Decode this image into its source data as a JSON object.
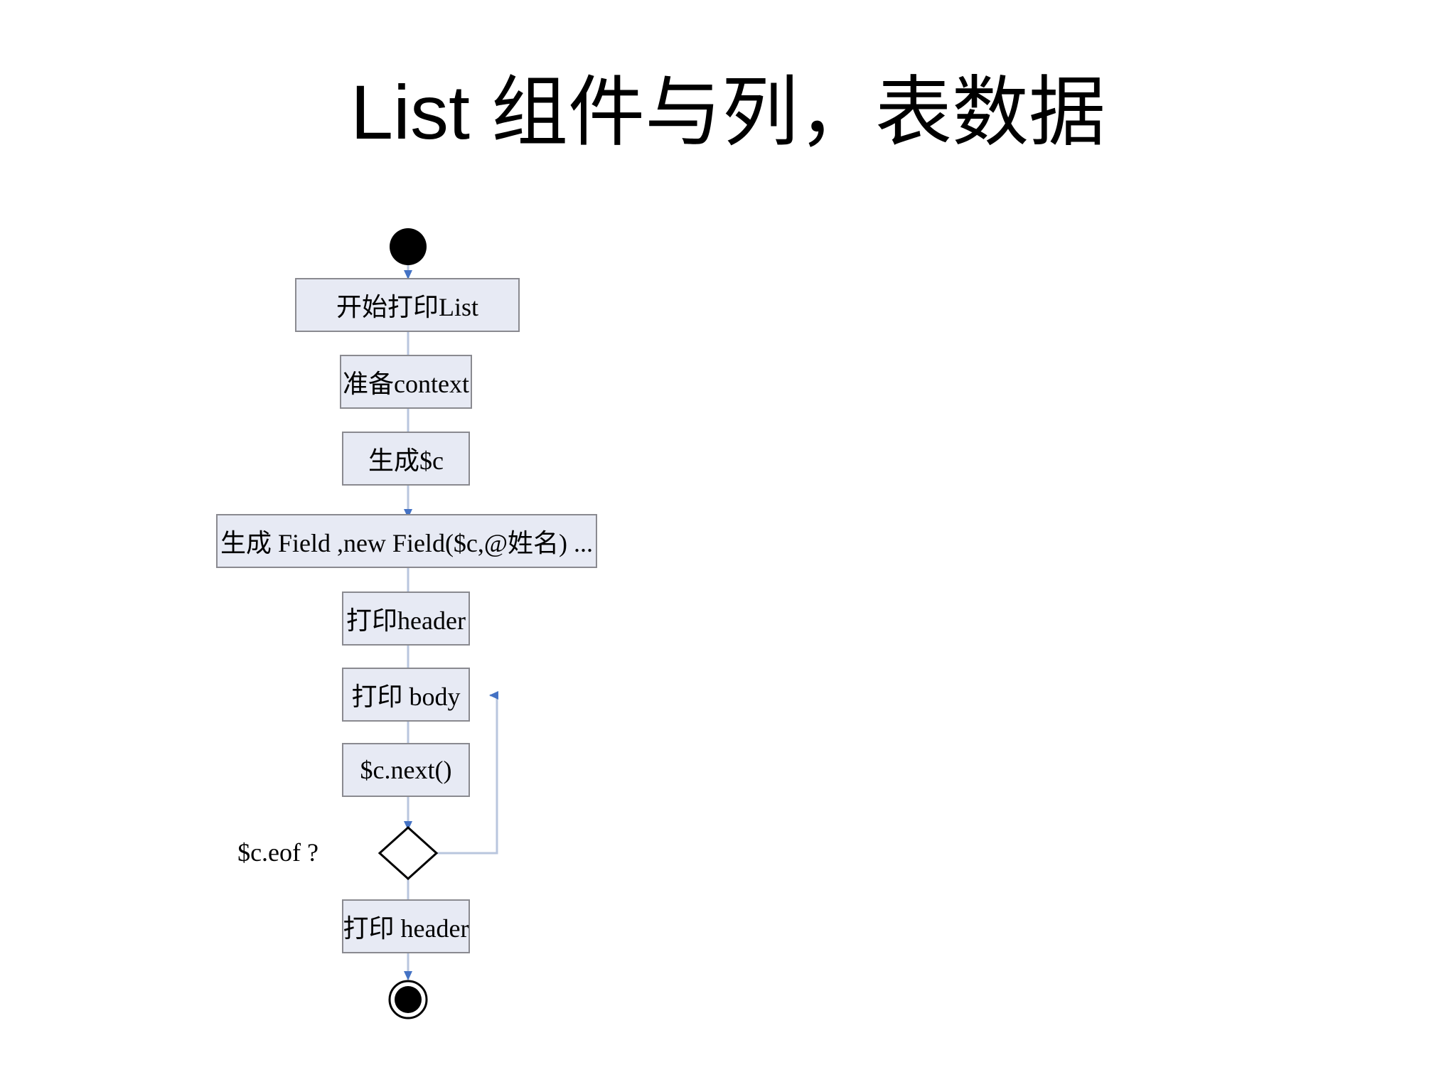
{
  "slide": {
    "title": "List 组件与列，表数据",
    "background_color": "#FFFFFF"
  },
  "theme": {
    "box_fill": "#E7EAF4",
    "box_stroke": "#8A8A90",
    "connector_line": "#B9C6DE",
    "arrow_head": "#4472C4",
    "decision_stroke": "#000000",
    "decision_fill": "#FFFFFF",
    "terminal_fill": "#000000",
    "text_color": "#000000"
  },
  "diagram": {
    "type": "flowchart",
    "title": "List 组件与列，表数据",
    "nodes": [
      {
        "id": "start",
        "kind": "start-node",
        "label": ""
      },
      {
        "id": "n1",
        "kind": "process-box",
        "label": "开始打印List"
      },
      {
        "id": "n2",
        "kind": "process-box",
        "label": "准备context"
      },
      {
        "id": "n3",
        "kind": "process-box",
        "label": "生成$c"
      },
      {
        "id": "n4",
        "kind": "process-box",
        "label": "生成 Field ,new Field($c,@姓名) ..."
      },
      {
        "id": "n5",
        "kind": "process-box",
        "label": "打印header"
      },
      {
        "id": "n6",
        "kind": "process-box",
        "label": "打印 body"
      },
      {
        "id": "n7",
        "kind": "process-box",
        "label": "$c.next()"
      },
      {
        "id": "d1",
        "kind": "decision-diamond",
        "label": "$c.eof ?"
      },
      {
        "id": "n8",
        "kind": "process-box",
        "label": "打印 header"
      },
      {
        "id": "end",
        "kind": "end-node",
        "label": ""
      }
    ],
    "edges": [
      {
        "from": "start",
        "to": "n1",
        "label": ""
      },
      {
        "from": "n1",
        "to": "n2",
        "label": ""
      },
      {
        "from": "n2",
        "to": "n3",
        "label": ""
      },
      {
        "from": "n3",
        "to": "n4",
        "label": ""
      },
      {
        "from": "n4",
        "to": "n5",
        "label": ""
      },
      {
        "from": "n5",
        "to": "n6",
        "label": ""
      },
      {
        "from": "n6",
        "to": "n7",
        "label": ""
      },
      {
        "from": "n7",
        "to": "d1",
        "label": ""
      },
      {
        "from": "d1",
        "to": "n6",
        "label": ""
      },
      {
        "from": "d1",
        "to": "n8",
        "label": ""
      },
      {
        "from": "n8",
        "to": "end",
        "label": ""
      }
    ],
    "decision_label": "$c.eof ?"
  }
}
